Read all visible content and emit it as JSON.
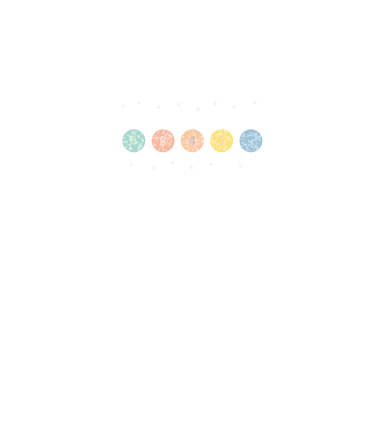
{
  "captcha": {
    "tiles": [
      {
        "digit": "6",
        "base": "#a8d8cc",
        "dots": "#d6efe8",
        "ink": "#f3f0c8"
      },
      {
        "digit": "8",
        "base": "#f6b8a0",
        "dots": "#fbd9cb",
        "ink": "#fff0e6"
      },
      {
        "digit": "4",
        "base": "#f9c9a4",
        "dots": "#fde0c9",
        "ink": "#c9a8e8"
      },
      {
        "digit": "3",
        "base": "#fbe27a",
        "dots": "#fdf0b4",
        "ink": "#fbd0c0"
      },
      {
        "digit": "",
        "base": "#9fc4d8",
        "dots": "#c8dfea",
        "ink": "#e2eef4"
      }
    ]
  }
}
